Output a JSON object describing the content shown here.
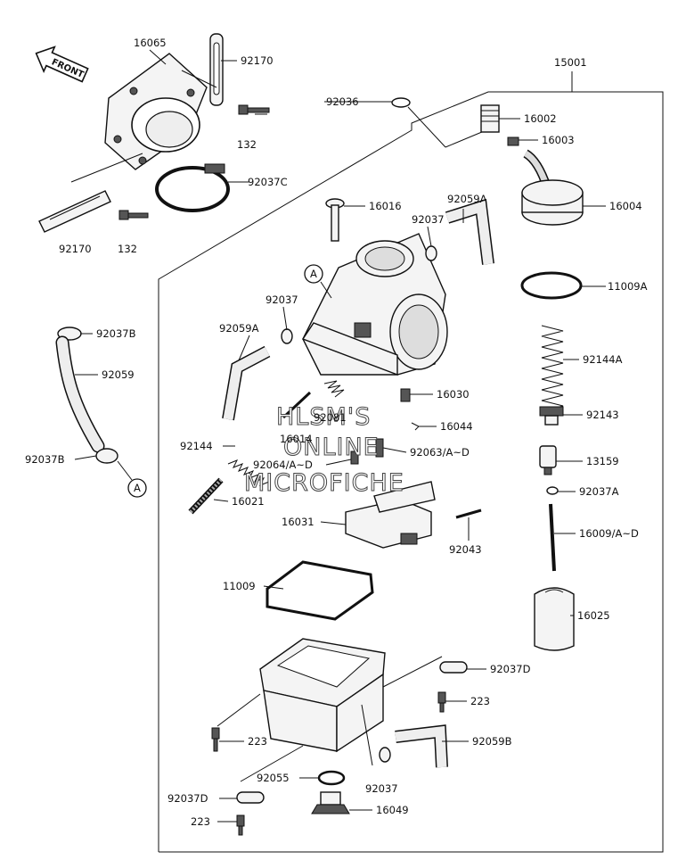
{
  "callouts": [
    {
      "id": "16065",
      "text": "16065"
    },
    {
      "id": "92170-top",
      "text": "92170"
    },
    {
      "id": "15001",
      "text": "15001"
    },
    {
      "id": "92036",
      "text": "92036"
    },
    {
      "id": "16002",
      "text": "16002"
    },
    {
      "id": "132-top",
      "text": "132"
    },
    {
      "id": "16003",
      "text": "16003"
    },
    {
      "id": "92037C",
      "text": "92037C"
    },
    {
      "id": "16016",
      "text": "16016"
    },
    {
      "id": "92059A-top",
      "text": "92059A"
    },
    {
      "id": "16004",
      "text": "16004"
    },
    {
      "id": "92037-top",
      "text": "92037"
    },
    {
      "id": "92170-bottom",
      "text": "92170"
    },
    {
      "id": "132-bottom",
      "text": "132"
    },
    {
      "id": "11009A",
      "text": "11009A"
    },
    {
      "id": "92037-mid",
      "text": "92037"
    },
    {
      "id": "92037B-top",
      "text": "92037B"
    },
    {
      "id": "92059A-left",
      "text": "92059A"
    },
    {
      "id": "92144A",
      "text": "92144A"
    },
    {
      "id": "92059",
      "text": "92059"
    },
    {
      "id": "16030",
      "text": "16030"
    },
    {
      "id": "92081",
      "text": "92081"
    },
    {
      "id": "92143",
      "text": "92143"
    },
    {
      "id": "16044",
      "text": "16044"
    },
    {
      "id": "16014",
      "text": "16014"
    },
    {
      "id": "92144",
      "text": "92144"
    },
    {
      "id": "92063",
      "text": "92063/A~D"
    },
    {
      "id": "92037B-bottom",
      "text": "92037B"
    },
    {
      "id": "92064",
      "text": "92064/A~D"
    },
    {
      "id": "13159",
      "text": "13159"
    },
    {
      "id": "92037A",
      "text": "92037A"
    },
    {
      "id": "16021",
      "text": "16021"
    },
    {
      "id": "16031",
      "text": "16031"
    },
    {
      "id": "16009",
      "text": "16009/A~D"
    },
    {
      "id": "92043",
      "text": "92043"
    },
    {
      "id": "11009",
      "text": "11009"
    },
    {
      "id": "16025",
      "text": "16025"
    },
    {
      "id": "92037D-right",
      "text": "92037D"
    },
    {
      "id": "223-right",
      "text": "223"
    },
    {
      "id": "223-left",
      "text": "223"
    },
    {
      "id": "92059B",
      "text": "92059B"
    },
    {
      "id": "92055",
      "text": "92055"
    },
    {
      "id": "92037-bottom",
      "text": "92037"
    },
    {
      "id": "92037D-left",
      "text": "92037D"
    },
    {
      "id": "16049",
      "text": "16049"
    },
    {
      "id": "223-bottom",
      "text": "223"
    }
  ],
  "connector_marks": [
    {
      "id": "A-left",
      "text": "A"
    },
    {
      "id": "A-carb",
      "text": "A"
    }
  ],
  "front_arrow_label": "FRONT",
  "watermark": [
    "HLSM'S",
    "ONLINE",
    "MICROFICHE"
  ]
}
